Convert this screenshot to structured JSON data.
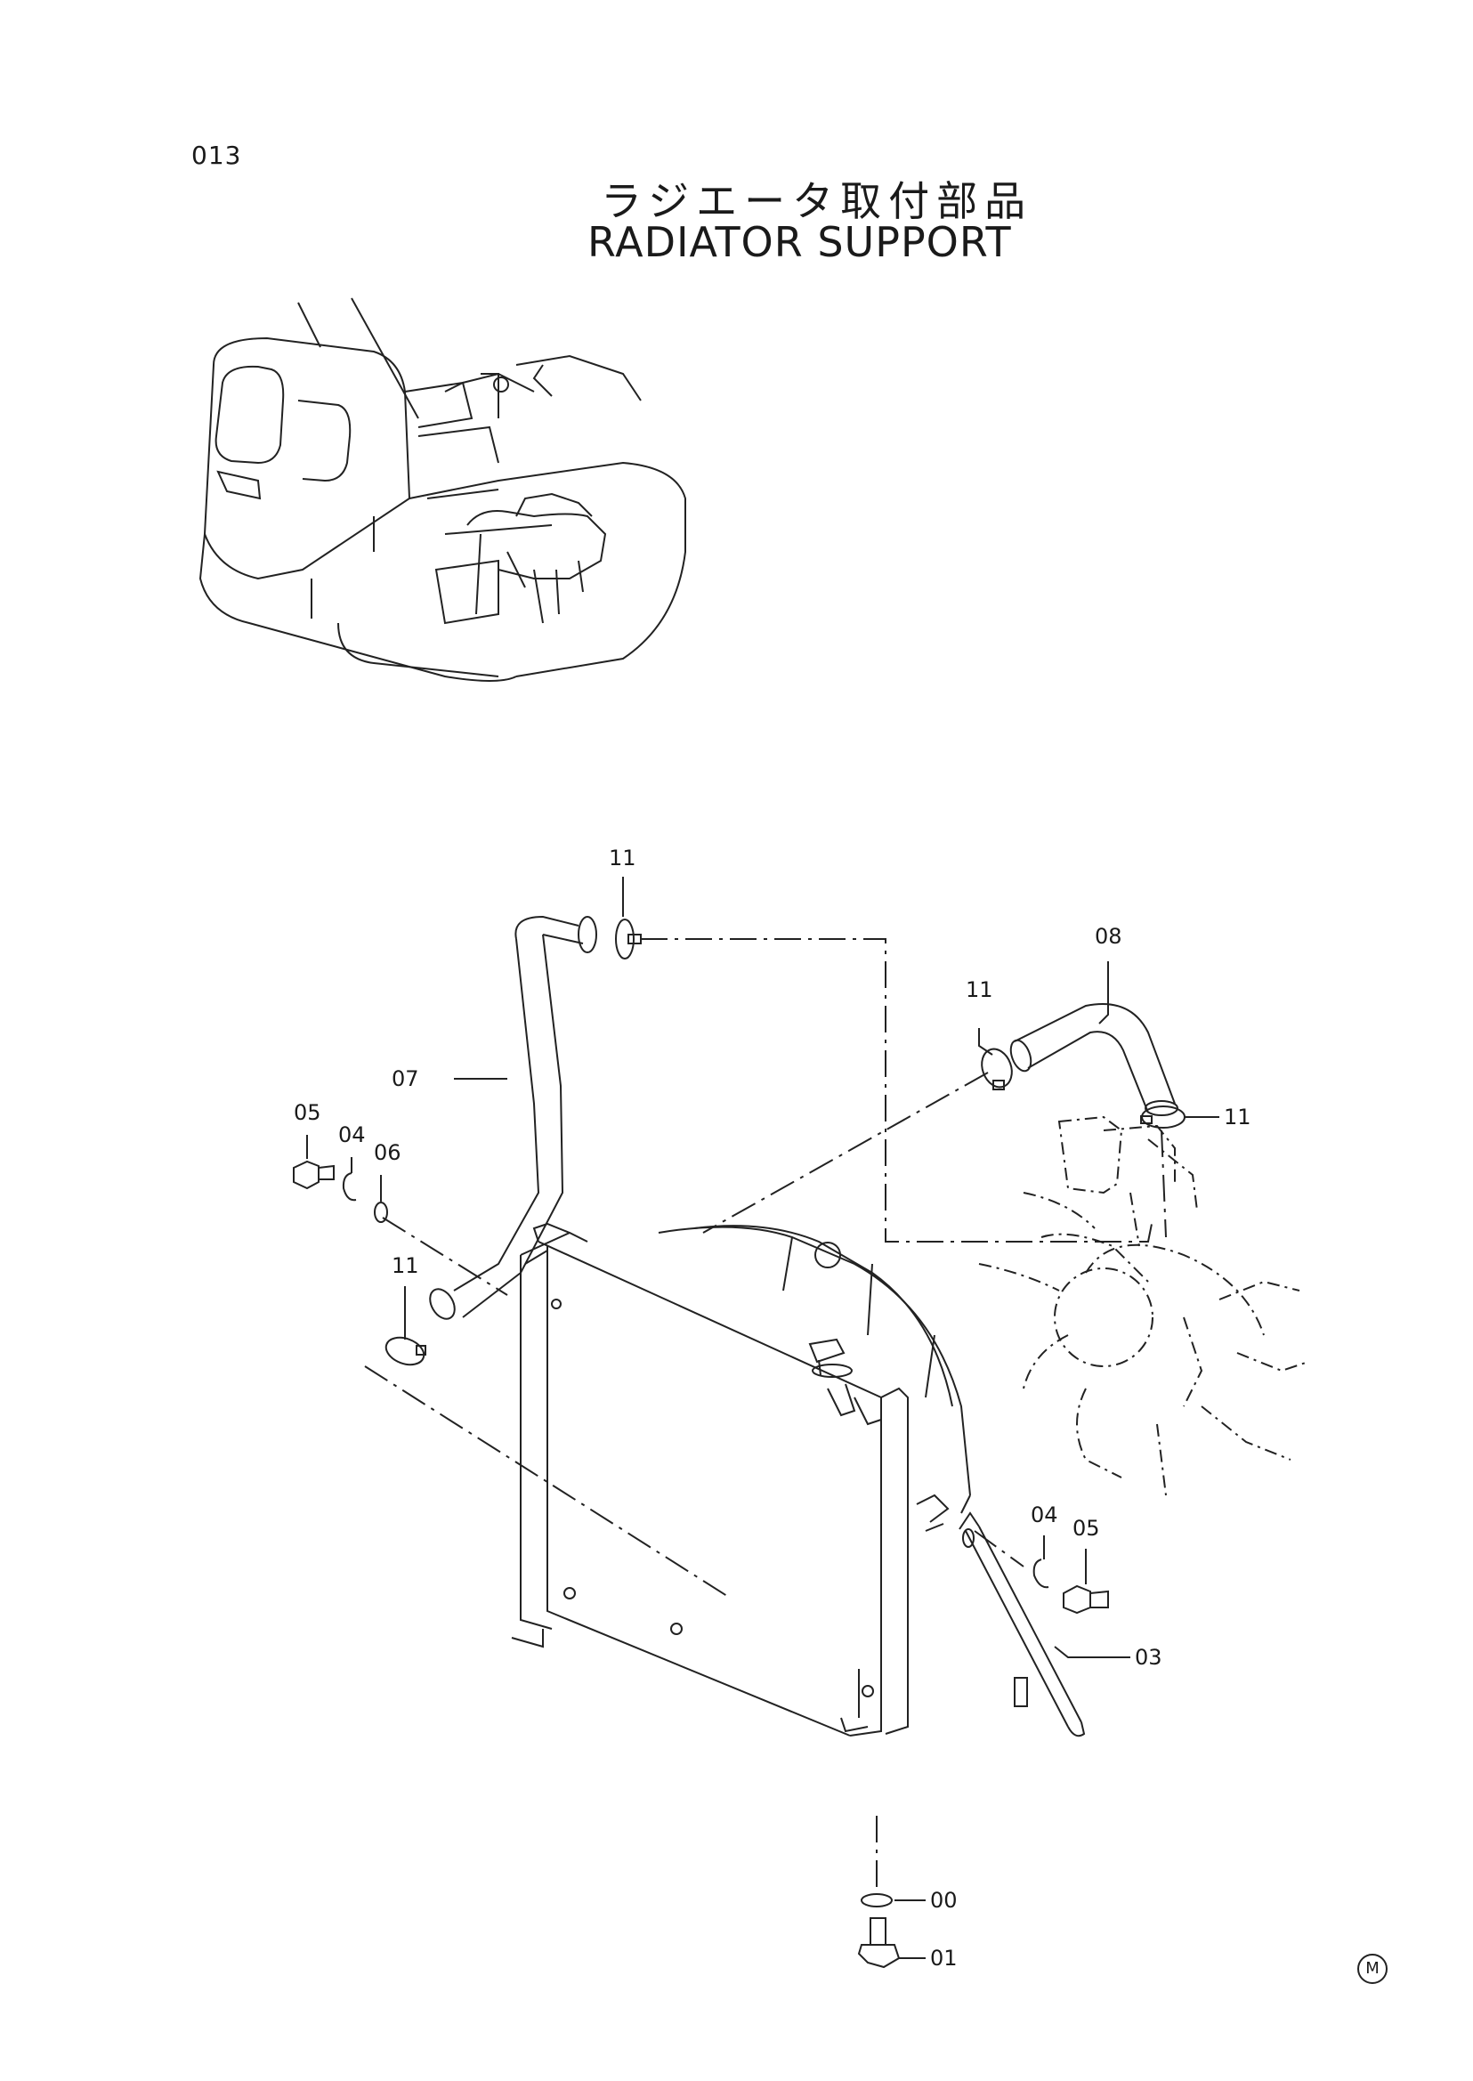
{
  "page_number": "013",
  "title_ja": "ラジエータ取付部品",
  "title_en": "RADIATOR  SUPPORT",
  "brand_mark": "M",
  "callouts": [
    {
      "id": "c11-top",
      "label": "11"
    },
    {
      "id": "c08",
      "label": "08"
    },
    {
      "id": "c11-hose08",
      "label": "11"
    },
    {
      "id": "c07",
      "label": "07"
    },
    {
      "id": "c05-left",
      "label": "05"
    },
    {
      "id": "c04-left",
      "label": "04"
    },
    {
      "id": "c06",
      "label": "06"
    },
    {
      "id": "c11-right",
      "label": "11"
    },
    {
      "id": "c11-left",
      "label": "11"
    },
    {
      "id": "c04-right",
      "label": "04"
    },
    {
      "id": "c05-right",
      "label": "05"
    },
    {
      "id": "c03",
      "label": "03"
    },
    {
      "id": "c00",
      "label": "00"
    },
    {
      "id": "c01",
      "label": "01"
    }
  ]
}
